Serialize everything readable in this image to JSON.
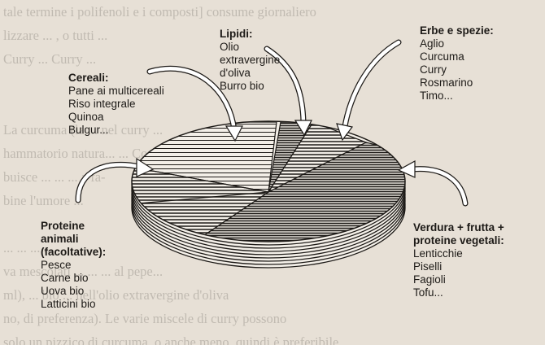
{
  "background_text": [
    "tale termine i polifenoli e i composti] consume giornaliero",
    "lizzare ... , o tutti ... ",
    "Curry ... Curry ...",
    "",
    "",
    "La curcuma (la ... nel curry ...",
    "hammatorio natura... ... Contri-",
    "buisce ... ... ... a fa-",
    "bine l'umore ...",
    "",
    "... ... ... ... ...",
    "va mescolati ... ... ... al pepe...",
    "ml), ... bio ... nell'olio extravergine d'oliva",
    "no, di preferenza). Le varie miscele di curry possono",
    "solo un pizzico di curcuma, o anche meno, quindi è preferibile"
  ],
  "categories": {
    "cereali": {
      "title": "Cereali:",
      "items": [
        "Pane ai multicereali",
        "Riso integrale",
        "Quinoa",
        "Bulgur..."
      ]
    },
    "lipidi": {
      "title": "Lipidi:",
      "items": [
        "Olio",
        "extravergine",
        "d'oliva",
        "Burro bio"
      ]
    },
    "erbe": {
      "title": "Erbe e spezie:",
      "items": [
        "Aglio",
        "Curcuma",
        "Curry",
        "Rosmarino",
        "Timo..."
      ]
    },
    "proteine": {
      "title_lines": [
        "Proteine",
        "animali",
        "(facoltative):"
      ],
      "items": [
        "Pesce",
        "Carne bio",
        "Uova bio",
        "Latticini bio"
      ]
    },
    "verdura": {
      "title_lines": [
        "Verdura + frutta +",
        "proteine vegetali:"
      ],
      "items": [
        "Lenticchie",
        "Piselli",
        "Fagioli",
        "Tofu..."
      ]
    }
  },
  "colors": {
    "ink": "#1d1a17",
    "page": "#e7e0d6",
    "plate": "#f3efe8"
  }
}
